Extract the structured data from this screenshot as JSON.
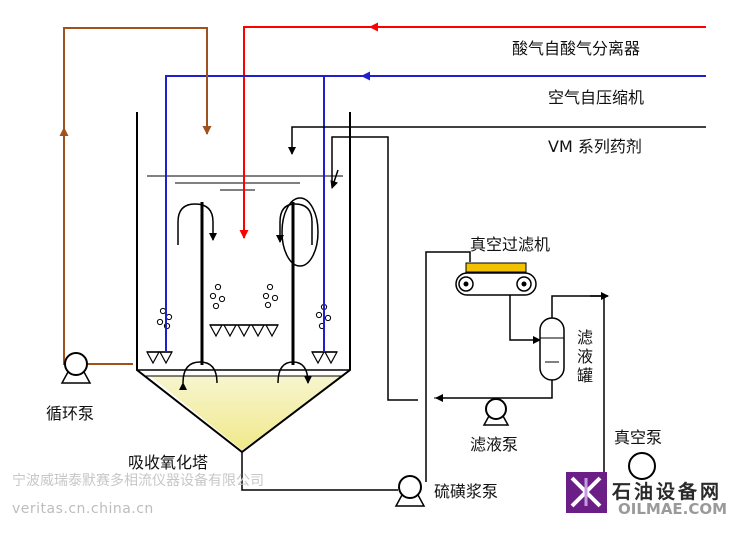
{
  "labels": {
    "acid_gas": "酸气自酸气分离器",
    "air": "空气自压缩机",
    "vm_chem": "VM 系列药剂",
    "vacuum_filter": "真空过滤机",
    "filtrate_tank": "滤液罐",
    "vacuum_pump": "真空泵",
    "filtrate_pump": "滤液泵",
    "circulation_pump": "循环泵",
    "absorption_tower": "吸收氧化塔",
    "slurry_pump": "硫磺浆泵"
  },
  "watermark": {
    "company": "宁波威瑞泰默赛多相流仪器设备有限公司",
    "url": "veritas.cn.china.cn"
  },
  "brand": {
    "name": "石油设备网",
    "url": "OILMAE.COM"
  },
  "colors": {
    "acid_gas_line": "#ff0000",
    "air_line": "#1f1fd0",
    "recirculation_line": "#a0521e",
    "process_line": "#000000",
    "filter_belt": "#f2c200",
    "sludge": "#f3f0b0"
  }
}
